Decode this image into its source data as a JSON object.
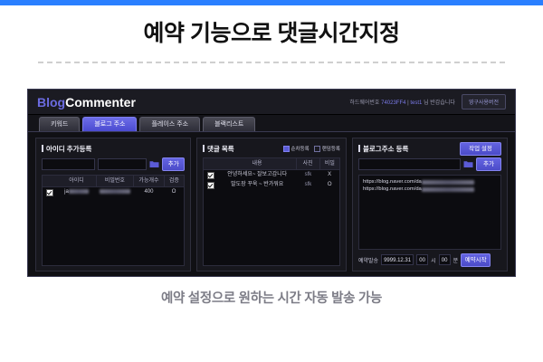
{
  "colors": {
    "accent_blue": "#2a7fff",
    "brand_purple": "#6b6be0",
    "button_purple": "#5b5bd6",
    "window_bg": "#101014"
  },
  "hero": {
    "title": "예약 기능으로 댓글시간지정"
  },
  "caption": {
    "text": "예약 설정으로 원하는 시간 자동 발송 가능"
  },
  "app": {
    "brand_primary": "Blog",
    "brand_secondary": "Commenter",
    "hardware_label": "하드웨어번호",
    "hardware_code": "74023FF4",
    "separator": "|",
    "user_name": "test1",
    "greeting": "님 반갑습니다",
    "license_badge": "영구사용버전",
    "tabs": [
      {
        "label": "키워드",
        "active": false
      },
      {
        "label": "블로그 주소",
        "active": true
      },
      {
        "label": "플레이스 주소",
        "active": false
      },
      {
        "label": "블랙리스트",
        "active": false
      }
    ]
  },
  "panel_id": {
    "title": "아이디 추가등록",
    "add_button": "추가",
    "folder_icon": "folder-icon",
    "input_id_value": "",
    "input_pw_value": "",
    "columns": [
      "",
      "아이디",
      "비밀번호",
      "가능개수",
      "검증"
    ],
    "rows": [
      {
        "checked": true,
        "id": "ja",
        "id_masked": true,
        "password": "",
        "password_masked": true,
        "count": "400",
        "verify": "O"
      }
    ]
  },
  "panel_comment": {
    "title": "댓글 목록",
    "radio_options": [
      {
        "label": "순차등록",
        "selected": true
      },
      {
        "label": "랜덤등록",
        "selected": false
      }
    ],
    "columns": [
      "",
      "내용",
      "사진",
      "비밀"
    ],
    "rows": [
      {
        "checked": true,
        "content": "안녕하세요~ 잘보고갑니다",
        "photo": "sfk",
        "secret": "X"
      },
      {
        "checked": true,
        "content": "발도장 꾸욱 ~ 반가워요",
        "photo": "sfk",
        "secret": "O"
      }
    ]
  },
  "panel_blog": {
    "title": "블로그주소 등록",
    "settings_button": "작업 설정",
    "add_button": "추가",
    "folder_icon": "folder-icon",
    "input_value": "",
    "urls": [
      "https://blog.naver.com/da",
      "https://blog.naver.com/da"
    ],
    "schedule": {
      "label": "예약발송",
      "date": "9999.12.31",
      "hour": "00",
      "hour_unit": "시",
      "minute": "00",
      "minute_unit": "분",
      "start_button": "예약시작"
    }
  }
}
